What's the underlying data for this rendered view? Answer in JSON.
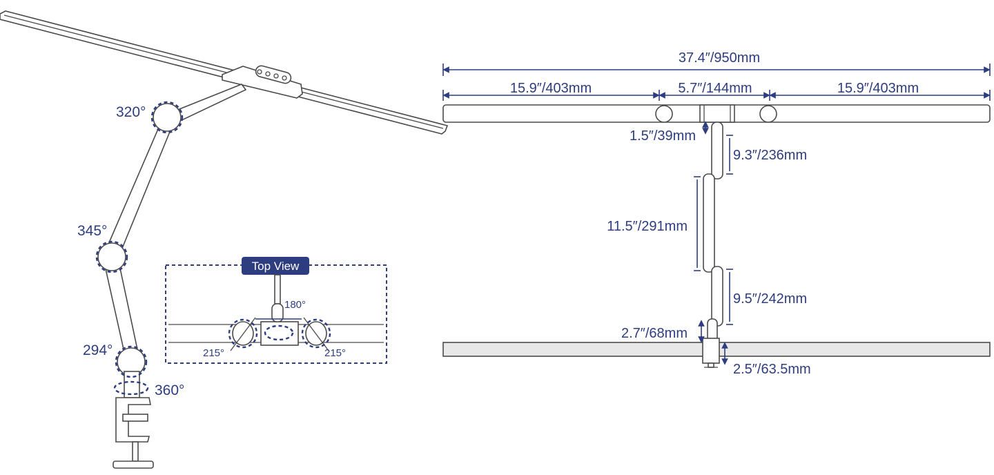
{
  "side_view": {
    "joint_angles": {
      "head": "320°",
      "elbow": "345°",
      "base": "294°",
      "swivel": "360°"
    }
  },
  "top_view": {
    "title": "Top View",
    "center_rotation": "180°",
    "left_rotation": "215°",
    "right_rotation": "215°"
  },
  "dimensions": {
    "total_width": "37.4″/950mm",
    "left_section": "15.9″/403mm",
    "center_section": "5.7″/144mm",
    "right_section": "15.9″/403mm",
    "bar_to_arm": "1.5″/39mm",
    "upper_arm": "9.3″/236mm",
    "middle_arm": "11.5″/291mm",
    "lower_arm": "9.5″/242mm",
    "base_height": "2.7″/68mm",
    "clamp_depth": "2.5″/63.5mm"
  },
  "colors": {
    "accent": "#2d3d80",
    "outline": "#4a4a4a",
    "desk": "#e8e8e8"
  }
}
